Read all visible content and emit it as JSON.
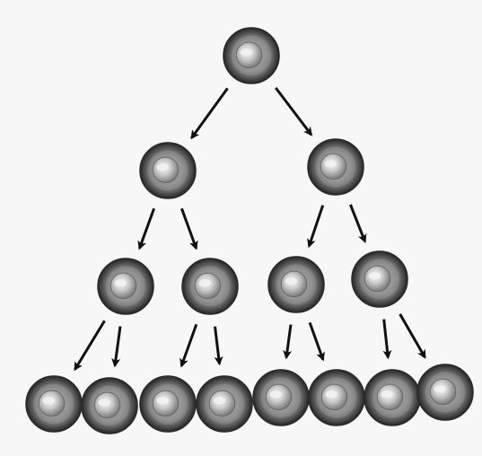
{
  "diagram": {
    "type": "cell-division-tree",
    "generations": [
      {
        "level": 0,
        "cell_count": 1
      },
      {
        "level": 1,
        "cell_count": 2
      },
      {
        "level": 2,
        "cell_count": 4
      },
      {
        "level": 3,
        "cell_count": 8
      }
    ],
    "colors": {
      "background": "#f7f7f7",
      "cell_rim_dark": "#2a2a2a",
      "cell_mid": "#8c8c8c",
      "cell_highlight": "#f2f2f2",
      "arrow": "#111111"
    }
  }
}
